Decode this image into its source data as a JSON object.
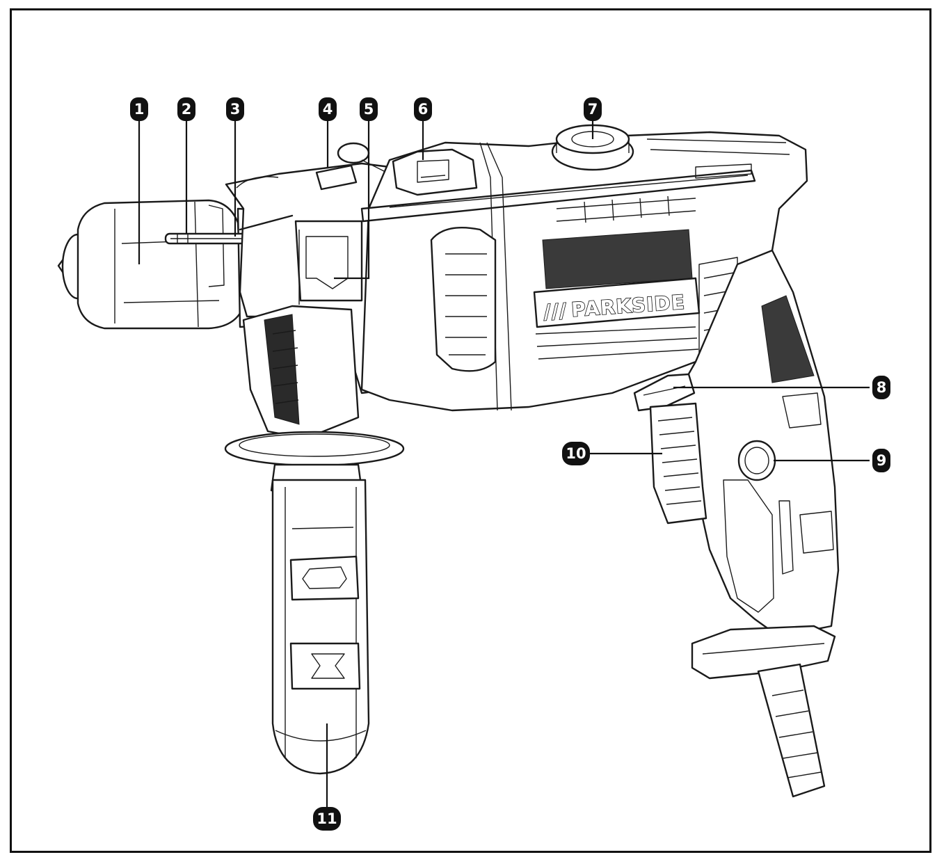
{
  "brand": {
    "text": "PARKSIDE",
    "mark": "///"
  },
  "callouts": [
    {
      "num": "1"
    },
    {
      "num": "2"
    },
    {
      "num": "3"
    },
    {
      "num": "4"
    },
    {
      "num": "5"
    },
    {
      "num": "6"
    },
    {
      "num": "7"
    },
    {
      "num": "8"
    },
    {
      "num": "9"
    },
    {
      "num": "10"
    },
    {
      "num": "11"
    }
  ],
  "colors": {
    "line": "#1a1a1a",
    "badge": "#111111",
    "background": "#ffffff"
  }
}
